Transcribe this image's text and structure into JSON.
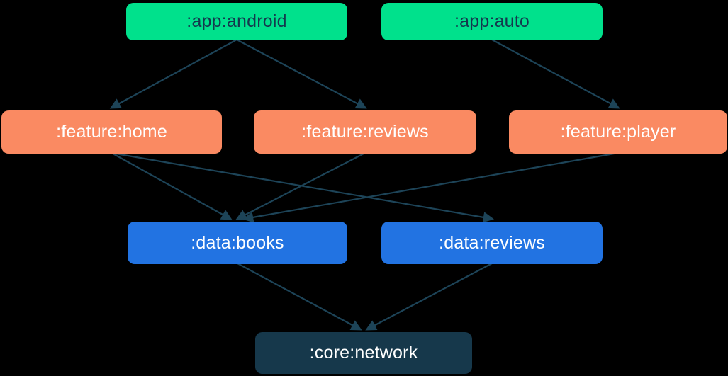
{
  "colors": {
    "app_node": "#00E18C",
    "feature_node": "#FA8A62",
    "data_node": "#2273E2",
    "core_node": "#16384B",
    "edge": "#1D4458",
    "text_dark": "#14394E",
    "text_light": "#FFFFFF"
  },
  "nodes": [
    {
      "id": "app-android",
      "label": ":app:android",
      "type": "app"
    },
    {
      "id": "app-auto",
      "label": ":app:auto",
      "type": "app"
    },
    {
      "id": "feature-home",
      "label": ":feature:home",
      "type": "feature"
    },
    {
      "id": "feature-reviews",
      "label": ":feature:reviews",
      "type": "feature"
    },
    {
      "id": "feature-player",
      "label": ":feature:player",
      "type": "feature"
    },
    {
      "id": "data-books",
      "label": ":data:books",
      "type": "data"
    },
    {
      "id": "data-reviews",
      "label": ":data:reviews",
      "type": "data"
    },
    {
      "id": "core-network",
      "label": ":core:network",
      "type": "core"
    }
  ],
  "edges": [
    {
      "from": "app-android",
      "to": "feature-home"
    },
    {
      "from": "app-android",
      "to": "feature-reviews"
    },
    {
      "from": "app-auto",
      "to": "feature-player"
    },
    {
      "from": "feature-home",
      "to": "data-books"
    },
    {
      "from": "feature-home",
      "to": "data-reviews"
    },
    {
      "from": "feature-reviews",
      "to": "data-books"
    },
    {
      "from": "feature-player",
      "to": "data-books"
    },
    {
      "from": "data-books",
      "to": "core-network"
    },
    {
      "from": "data-reviews",
      "to": "core-network"
    }
  ]
}
